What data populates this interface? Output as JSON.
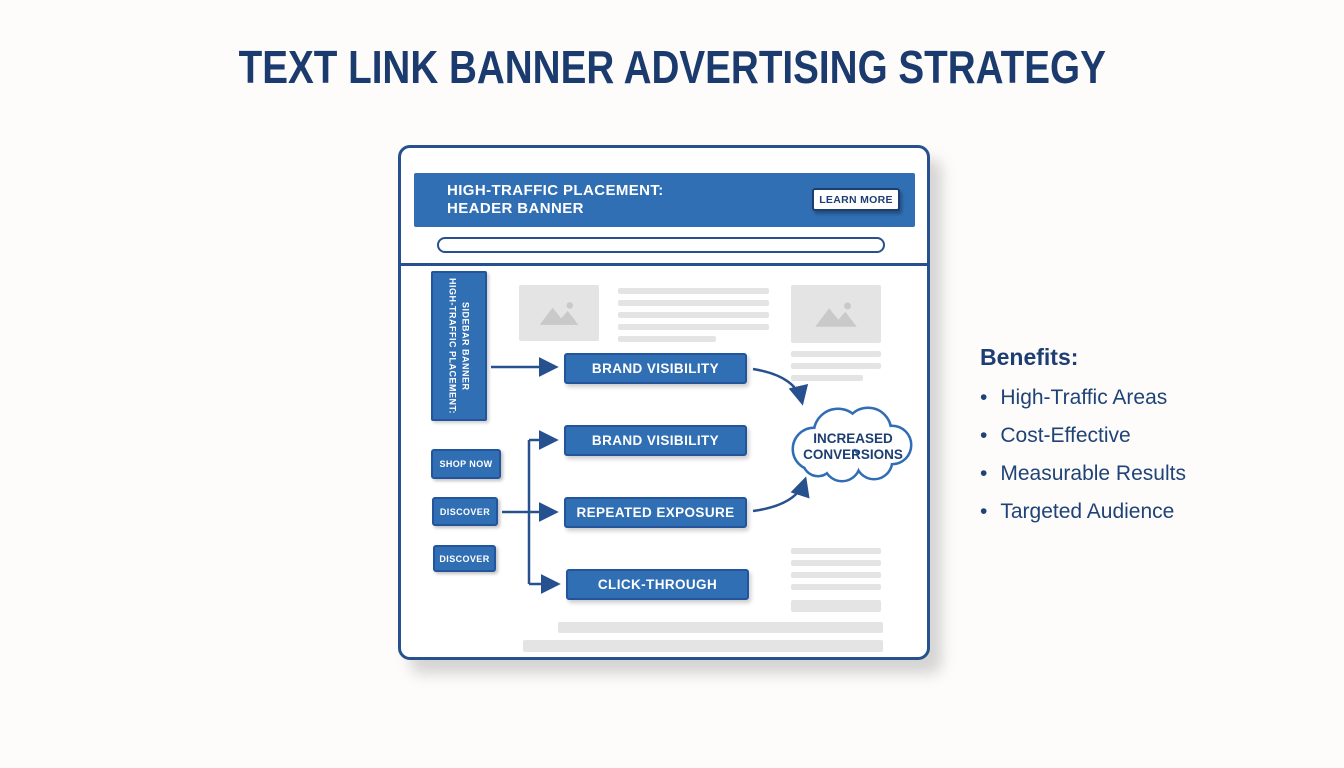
{
  "title": "TEXT LINK BANNER ADVERTISING STRATEGY",
  "mockup": {
    "header_banner": {
      "line1": "HIGH-TRAFFIC PLACEMENT:",
      "line2": "HEADER BANNER",
      "cta_label": "LEARN MORE"
    },
    "sidebar_banner": {
      "line1": "HIGH-TRAFFIC PLACEMENT:",
      "line2": "SIDEBAR BANNER"
    },
    "cta_buttons": [
      "SHOP NOW",
      "DISCOVER",
      "DISCOVER"
    ]
  },
  "flow": {
    "boxes": [
      "BRAND VISIBILITY",
      "BRAND VISIBILITY",
      "REPEATED EXPOSURE",
      "CLICK-THROUGH"
    ],
    "cloud": {
      "line1": "INCREASED",
      "line2": "CONVERSIONS"
    }
  },
  "benefits": {
    "heading": "Benefits:",
    "items": [
      "High-Traffic Areas",
      "Cost-Effective",
      "Measurable Results",
      "Targeted Audience"
    ]
  },
  "colors": {
    "banner_blue": "#316fb4",
    "outline_navy": "#27508f",
    "title_navy": "#1b3a6e",
    "placeholder_gray": "#e4e4e4"
  }
}
